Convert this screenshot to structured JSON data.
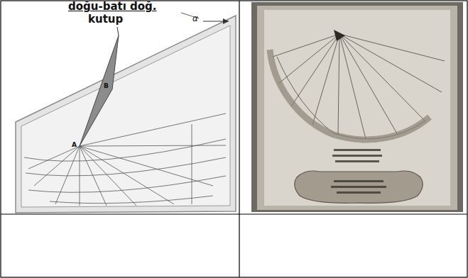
{
  "diagram": {
    "labels": [
      "doğu-batı doğ.",
      "kutup",
      "α",
      "B",
      "A"
    ]
  }
}
